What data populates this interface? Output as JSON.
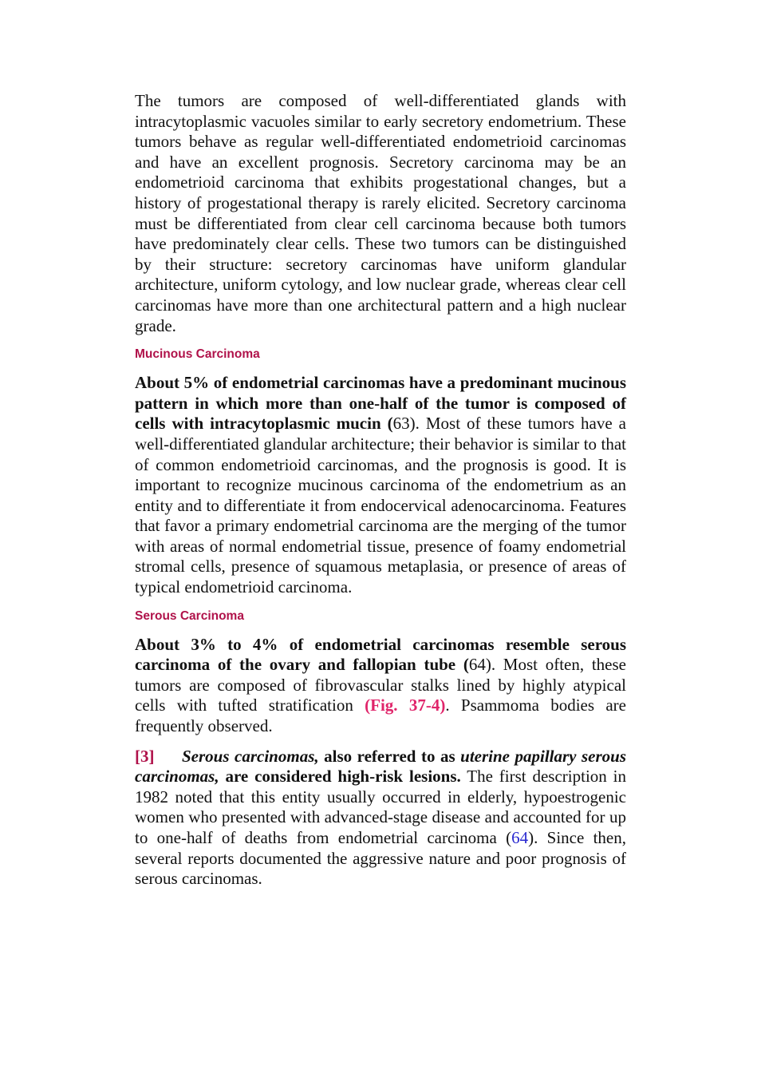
{
  "colors": {
    "heading": "#b0124a",
    "figure_link": "#e0246a",
    "citation_link": "#2a2ad0",
    "marker": "#b0124a",
    "text": "#111111"
  },
  "para1": "The tumors are composed of well-differentiated glands with intracytoplasmic vacuoles similar to early secretory endometrium. These tumors behave as regular well-differentiated endometrioid carcinomas and have an excellent prognosis. Secretory carcinoma may be an endometrioid carcinoma that exhibits progestational changes, but a history of progestational therapy is rarely elicited. Secretory carcinoma must be differentiated from clear cell carcinoma because both tumors have predominately clear cells. These two tumors can be distinguished by their structure: secretory carcinomas have uniform glandular architecture, uniform cytology, and low nuclear grade, whereas clear cell carcinomas have more than one architectural pattern and a high nuclear grade.",
  "mucinous": {
    "heading": "Mucinous Carcinoma",
    "bold_lead": "About 5% of endometrial carcinomas have a predominant mucinous pattern in which more than one-half of the tumor is composed of cells with intracytoplasmic mucin (",
    "text": "63). Most of these tumors have a well-differentiated glandular architecture; their behavior is similar to that of common endometrioid carcinomas, and the prognosis is good. It is important to recognize mucinous carcinoma of the endometrium as an entity and to differentiate it from endocervical adenocarcinoma. Features that favor a primary endometrial carcinoma are the merging of the tumor with areas of normal endometrial tissue, presence of foamy endometrial stromal cells, presence of squamous metaplasia, or presence of areas of typical endometrioid carcinoma."
  },
  "serous": {
    "heading": "Serous Carcinoma",
    "bold_lead": "About 3% to 4% of endometrial carcinomas resemble serous carcinoma of the ovary and fallopian tube (",
    "text_before_fig": "64). Most often, these tumors are composed of fibrovascular stalks lined by highly atypical cells with tufted stratification ",
    "fig_ref": "(Fig. 37-4)",
    "text_after_fig": ". Psammoma bodies are frequently observed."
  },
  "para_key": {
    "marker": "[3]",
    "bi_1": "Serous carcinomas,",
    "bold_1": " also referred to as ",
    "bi_2": "uterine papillary serous carcinomas,",
    "bold_2": " are considered high-risk lesions.",
    "text_1": " The first description in 1982 noted that this entity usually occurred in elderly, hypoestrogenic women who presented with advanced-stage disease and accounted for up to one-half of deaths from endometrial carcinoma (",
    "citation": "64",
    "text_2": "). Since then, several reports documented the aggressive nature and poor prognosis of serous carcinomas."
  }
}
